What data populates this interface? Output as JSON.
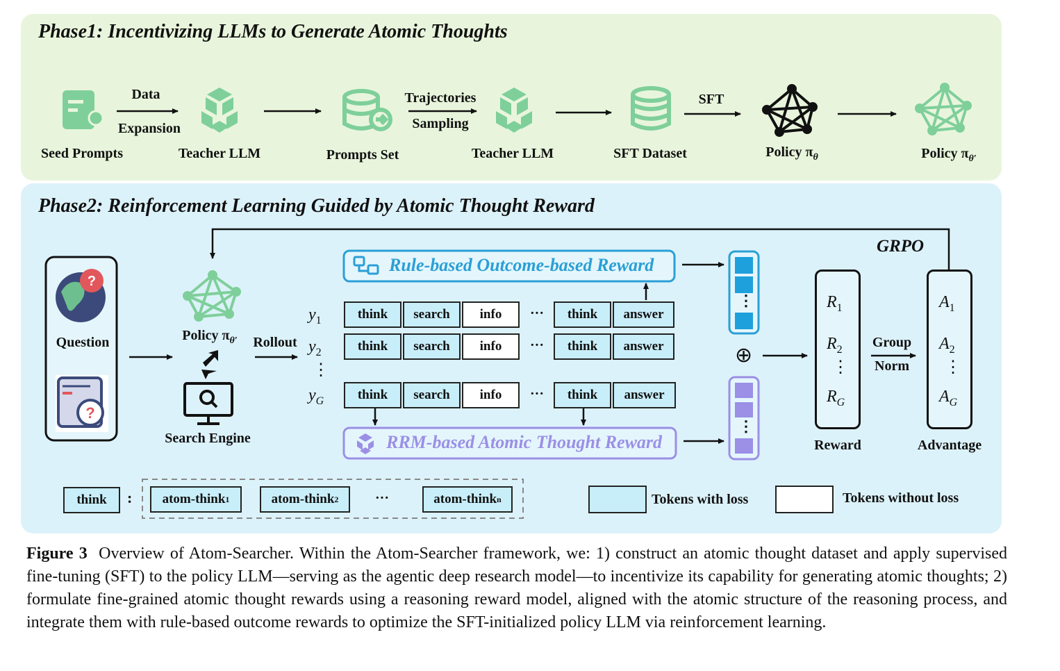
{
  "phase1": {
    "title": "Phase1: Incentivizing LLMs to Generate Atomic Thoughts",
    "nodes": {
      "seed": "Seed Prompts",
      "teacher1": "Teacher LLM",
      "prompts": "Prompts Set",
      "teacher2": "Teacher LLM",
      "sft_dataset": "SFT Dataset",
      "policy": "Policy π",
      "policy_sub": "θ",
      "policy2": "Policy π",
      "policy2_sub": "θ′"
    },
    "arrows": {
      "data_top": "Data",
      "data_bottom": "Expansion",
      "traj_top": "Trajectories",
      "traj_bottom": "Sampling",
      "sft": "SFT"
    }
  },
  "phase2": {
    "title": "Phase2: Reinforcement Learning Guided by Atomic Thought Reward",
    "question": "Question",
    "policy": "Policy π",
    "policy_sub": "θ′",
    "rollout": "Rollout",
    "search_engine": "Search Engine",
    "grpo": "GRPO",
    "rule_reward": "Rule-based Outcome-based Reward",
    "rrm_reward": "RRM-based Atomic Thought Reward",
    "rows": [
      {
        "y": "y",
        "sub": "1",
        "tokens": [
          "think",
          "search",
          "info",
          "think",
          "answer"
        ]
      },
      {
        "y": "y",
        "sub": "2",
        "tokens": [
          "think",
          "search",
          "info",
          "think",
          "answer"
        ]
      },
      {
        "y": "y",
        "sub": "G",
        "tokens": [
          "think",
          "search",
          "info",
          "think",
          "answer"
        ]
      }
    ],
    "ellipsis": "···",
    "vdots": "⋮",
    "oplus": "⊕",
    "rewards": {
      "r1": "R",
      "r1_sub": "1",
      "r2": "R",
      "r2_sub": "2",
      "rg": "R",
      "rg_sub": "G",
      "label": "Reward"
    },
    "group_norm_top": "Group",
    "group_norm_bottom": "Norm",
    "advantages": {
      "a1": "A",
      "a1_sub": "1",
      "a2": "A",
      "a2_sub": "2",
      "ag": "A",
      "ag_sub": "G",
      "label": "Advantage"
    },
    "legend": {
      "think": "think",
      "colon": ":",
      "atom1": "atom-think",
      "atom1_sub": "1",
      "atom2": "atom-think",
      "atom2_sub": "2",
      "atomn": "atom-think",
      "atomn_sub": "n",
      "dots": "···",
      "with_loss": "Tokens with loss",
      "without_loss": "Tokens without loss"
    }
  },
  "caption": {
    "label": "Figure 3",
    "text": "Overview of Atom-Searcher. Within the Atom-Searcher framework, we: 1) construct an atomic thought dataset and apply supervised fine-tuning (SFT) to the policy LLM—serving as the agentic deep research model—to incentivize its capability for generating atomic thoughts; 2) formulate fine-grained atomic thought rewards using a reasoning reward model, aligned with the atomic structure of the reasoning process, and integrate them with rule-based outcome rewards to optimize the SFT-initialized policy LLM via reinforcement learning."
  },
  "colors": {
    "phase1_bg": "#e8f5dc",
    "phase2_bg": "#dcf2fa",
    "green_icon": "#7fcf9a",
    "token_loss": "#c8eef9",
    "rule_blue": "#2a9fd6",
    "rrm_purple": "#9b8fe6"
  }
}
